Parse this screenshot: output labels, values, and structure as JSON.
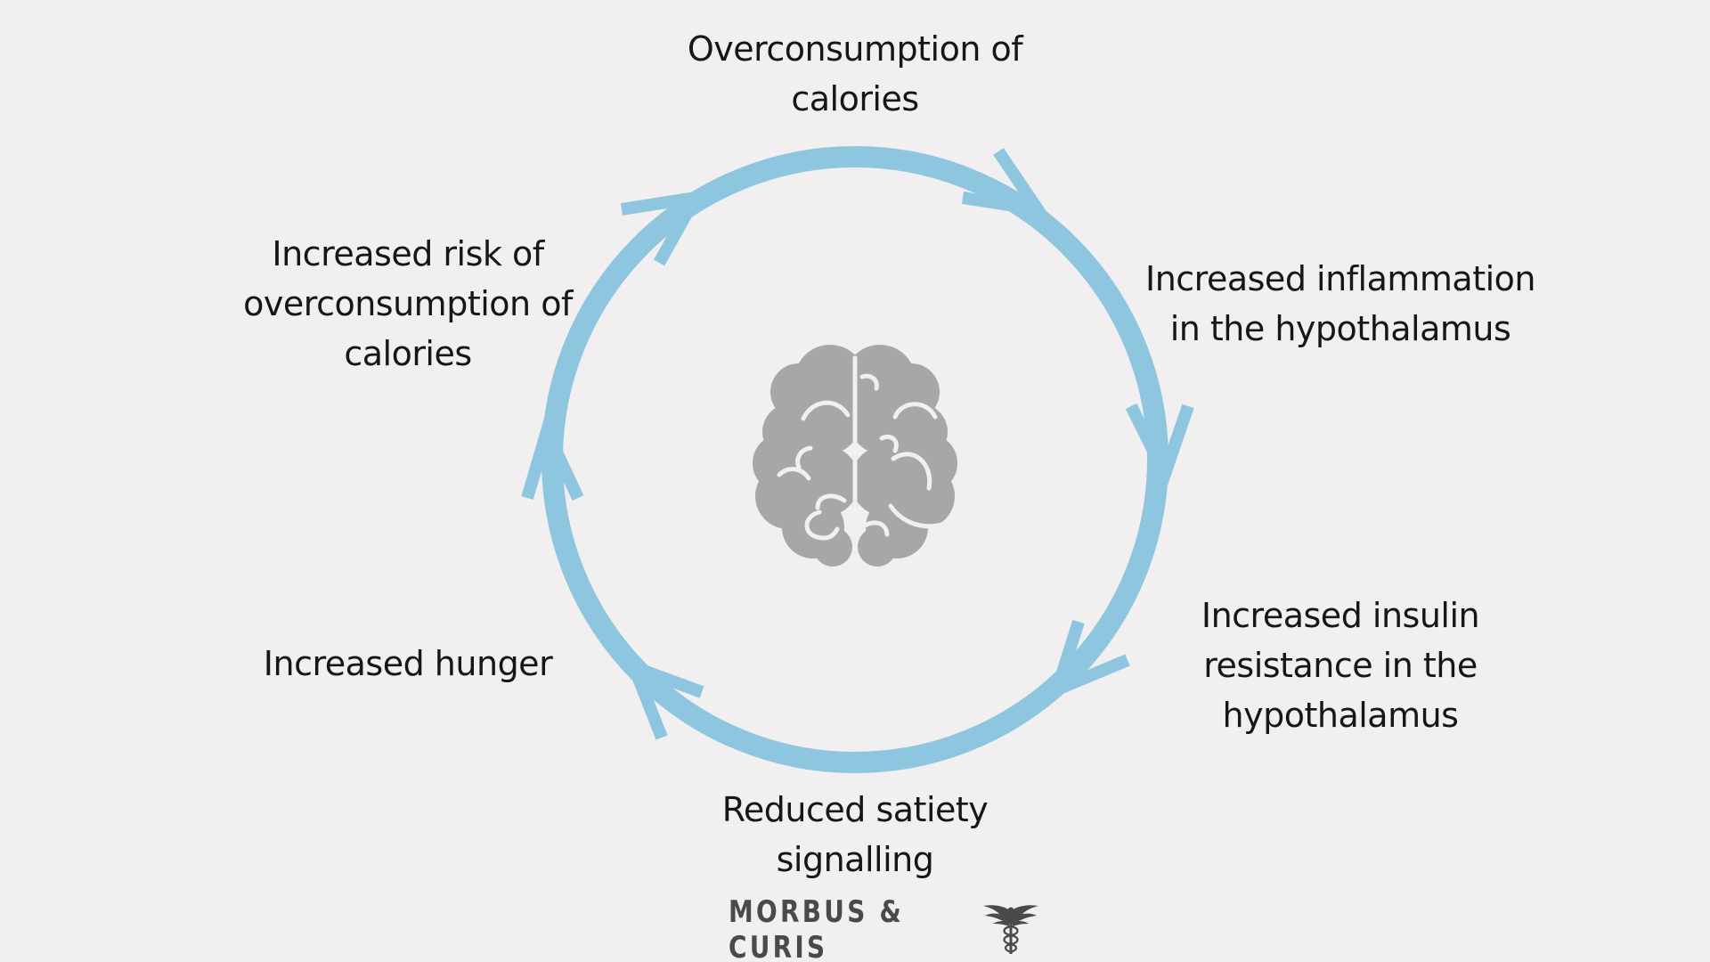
{
  "steps": [
    {
      "id": "overconsumption",
      "label": "Overconsumption of\ncalories"
    },
    {
      "id": "inflammation",
      "label": "Increased inflammation\nin the hypothalamus"
    },
    {
      "id": "insulin-resistance",
      "label": "Increased insulin\nresistance in the\nhypothalamus"
    },
    {
      "id": "satiety",
      "label": "Reduced satiety\nsignalling"
    },
    {
      "id": "hunger",
      "label": "Increased hunger"
    },
    {
      "id": "risk",
      "label": "Increased risk of\noverconsumption of\ncalories"
    }
  ],
  "center_icon": "brain-icon",
  "brand": {
    "name": "MORBUS & CURIS",
    "icon": "caduceus-icon"
  },
  "colors": {
    "background": "#f1eff0",
    "cycle_arrow": "#8ec6e0",
    "brain": "#a7a7a7",
    "brand_text": "#4a4a4a"
  }
}
